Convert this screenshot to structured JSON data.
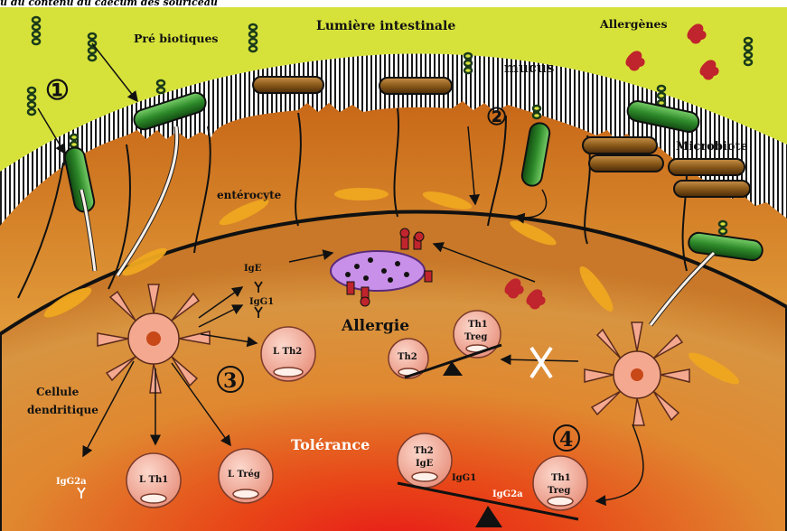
{
  "header": {
    "caption": "u du contenu du caecum des souriceau"
  },
  "labels": {
    "prebiotics": "Pré biotiques",
    "lumen": "Lumière intestinale",
    "allergens": "Allergènes",
    "mucus": "mucus",
    "microbiota": "Microbiote",
    "enterocyte": "entérocyte",
    "dendritic_line1": "Cellule",
    "dendritic_line2": "dendritique",
    "allergy": "Allergie",
    "tolerance": "Tolérance"
  },
  "steps": {
    "one": "①",
    "two": "②",
    "three": "3",
    "four": "4"
  },
  "antibodies": {
    "ige": "IgE",
    "igg1_upper": "IgG1",
    "igg2a_left": "IgG2a",
    "igg1_lower": "IgG1",
    "igg2a_lower": "IgG2a"
  },
  "cells": {
    "lth2": "L Th2",
    "th2_balance": "Th2",
    "th1_treg_top_1": "Th1",
    "th1_treg_top_2": "Treg",
    "lth1": "L Th1",
    "ltreg": "L Trég",
    "th2_ige_1": "Th2",
    "th2_ige_2": "IgE",
    "th1_treg_bottom_1": "Th1",
    "th1_treg_bottom_2": "Treg"
  },
  "colors": {
    "lumen": "#d6e23a",
    "lamina_light": "#e8a040",
    "lamina_dark": "#c84818",
    "tolerance_core": "#e81818",
    "bacteria_green": "#2e8a2a",
    "bacteria_brown": "#8a5a1a",
    "allergen": "#c0242c",
    "mast_cell": "#c890e8",
    "cell_fill": "#f4b4a4",
    "x_mark": "#ffffff"
  },
  "icons": [
    "prebiotic-chain-icon",
    "allergen-blob-icon",
    "rod-bacterium-icon",
    "dendritic-cell-icon",
    "balance-triangle-icon",
    "antibody-y-icon",
    "inhibition-x-icon"
  ]
}
